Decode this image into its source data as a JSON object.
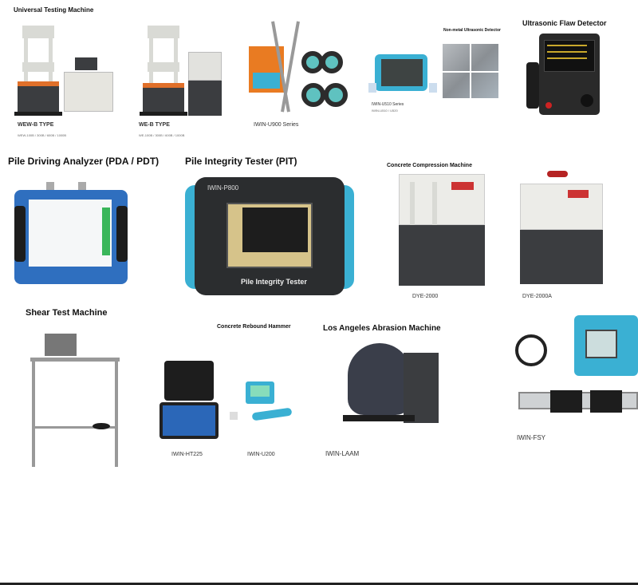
{
  "sections": {
    "utm": {
      "title": "Universal Testing Machine",
      "products": [
        {
          "name": "WEW-B TYPE",
          "models": "WEW-100B / 300B / 600B / 1000B"
        },
        {
          "name": "WE-B TYPE",
          "models": "WE-100B / 300B / 600B / 1000B"
        }
      ]
    },
    "u900": {
      "name": "IWIN-U900 Series"
    },
    "u510": {
      "name": "IWIN-U510 Series",
      "models": "IWIN-U510 / U520"
    },
    "nonmetal": {
      "title": "Non-metal Ultrasonic Detector"
    },
    "flaw": {
      "title": "Ultrasonic Flaw Detector"
    },
    "pda": {
      "title": "Pile Driving Analyzer (PDA / PDT)"
    },
    "pit": {
      "title": "Pile Integrity Tester (PIT)",
      "device_model": "IWIN-P800",
      "device_label": "Pile Integrity Tester"
    },
    "compression": {
      "title": "Concrete Compression Machine",
      "products": [
        {
          "name": "DYE-2000"
        },
        {
          "name": "DYE-2000A"
        }
      ]
    },
    "shear": {
      "title": "Shear Test Machine"
    },
    "rebound": {
      "title": "Concrete Rebound Hammer",
      "products": [
        {
          "name": "IWIN-HT225"
        },
        {
          "name": "IWIN-U200"
        }
      ]
    },
    "abrasion": {
      "title": "Los Angeles Abrasion Machine",
      "name": "IWIN-LAAM"
    },
    "fsy": {
      "name": "IWIN-FSY"
    }
  },
  "colors": {
    "accent_blue": "#3ab0d3",
    "machine_orange": "#e0702a",
    "machine_dark": "#3b3d40"
  }
}
